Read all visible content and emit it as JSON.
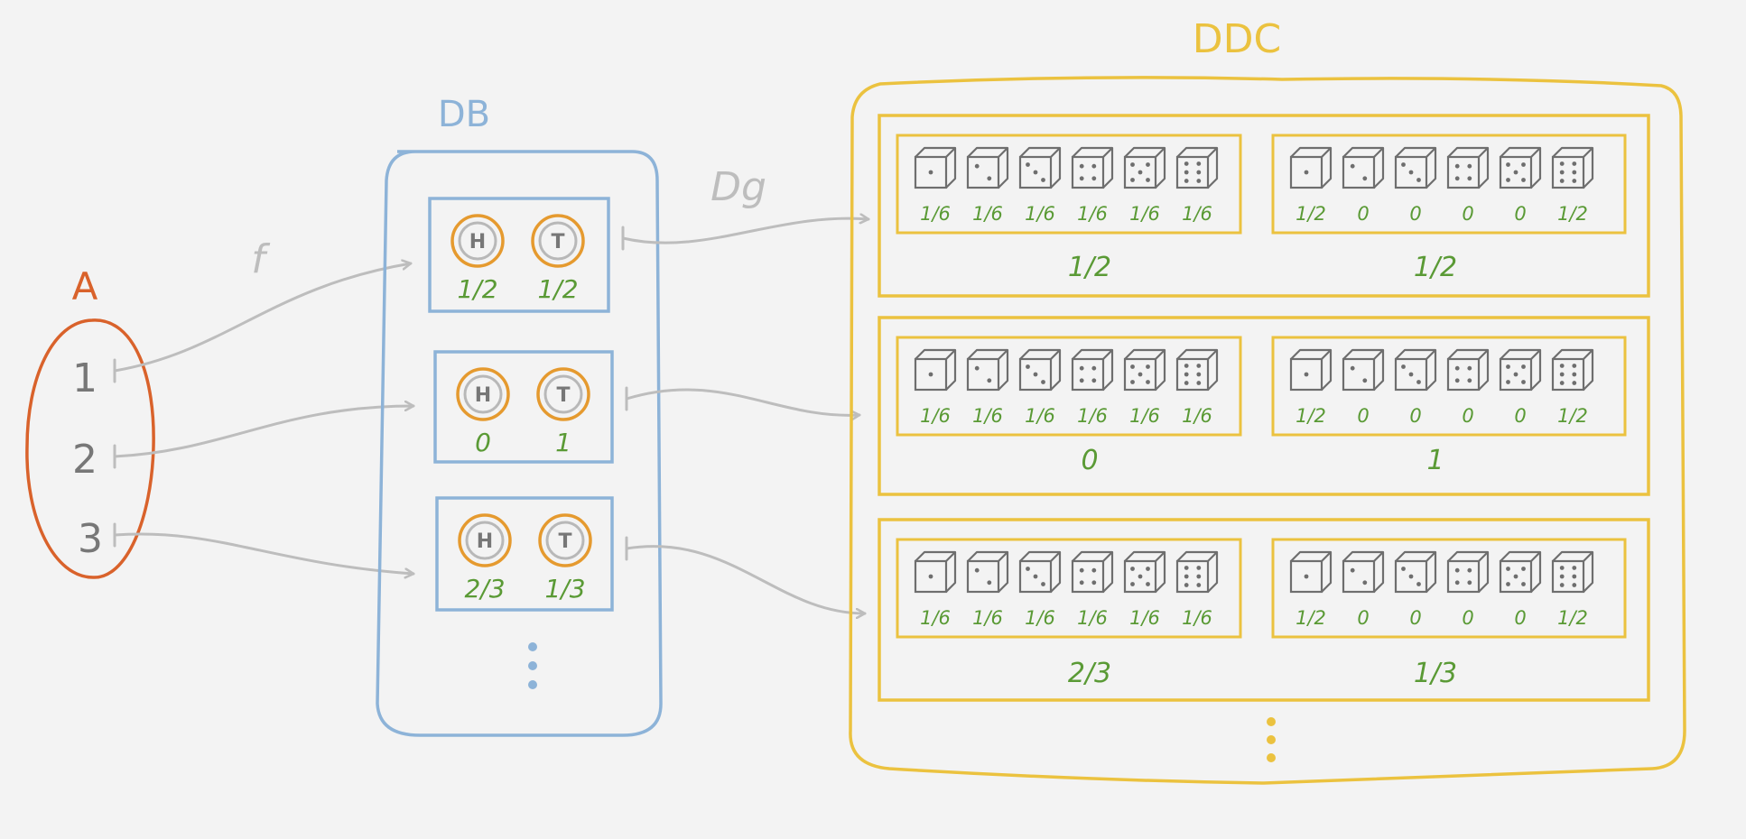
{
  "colors": {
    "background": "#f3f3f3",
    "set_a": "#d9622b",
    "db": "#8db3d8",
    "ddc": "#ebc23f",
    "coin_ring": "#e59a2f",
    "arrow": "#bdbdbd",
    "prob": "#5a9a35",
    "label_gray": "#bdbdbd",
    "die": "#6e6e6e"
  },
  "labels": {
    "A": "A",
    "DB": "DB",
    "DDC": "DDC",
    "f": "f",
    "Dg": "Dg"
  },
  "set_a": {
    "elements": [
      "1",
      "2",
      "3"
    ]
  },
  "db": {
    "coin_faces": [
      "H",
      "T"
    ],
    "rows": [
      {
        "p_heads": "1/2",
        "p_tails": "1/2"
      },
      {
        "p_heads": "0",
        "p_tails": "1"
      },
      {
        "p_heads": "2/3",
        "p_tails": "1/3"
      }
    ]
  },
  "ddc": {
    "rows": [
      {
        "left_dist": [
          "1/6",
          "1/6",
          "1/6",
          "1/6",
          "1/6",
          "1/6"
        ],
        "right_dist": [
          "1/2",
          "0",
          "0",
          "0",
          "0",
          "1/2"
        ],
        "left_weight": "1/2",
        "right_weight": "1/2"
      },
      {
        "left_dist": [
          "1/6",
          "1/6",
          "1/6",
          "1/6",
          "1/6",
          "1/6"
        ],
        "right_dist": [
          "1/2",
          "0",
          "0",
          "0",
          "0",
          "1/2"
        ],
        "left_weight": "0",
        "right_weight": "1"
      },
      {
        "left_dist": [
          "1/6",
          "1/6",
          "1/6",
          "1/6",
          "1/6",
          "1/6"
        ],
        "right_dist": [
          "1/2",
          "0",
          "0",
          "0",
          "0",
          "1/2"
        ],
        "left_weight": "2/3",
        "right_weight": "1/3"
      }
    ]
  }
}
